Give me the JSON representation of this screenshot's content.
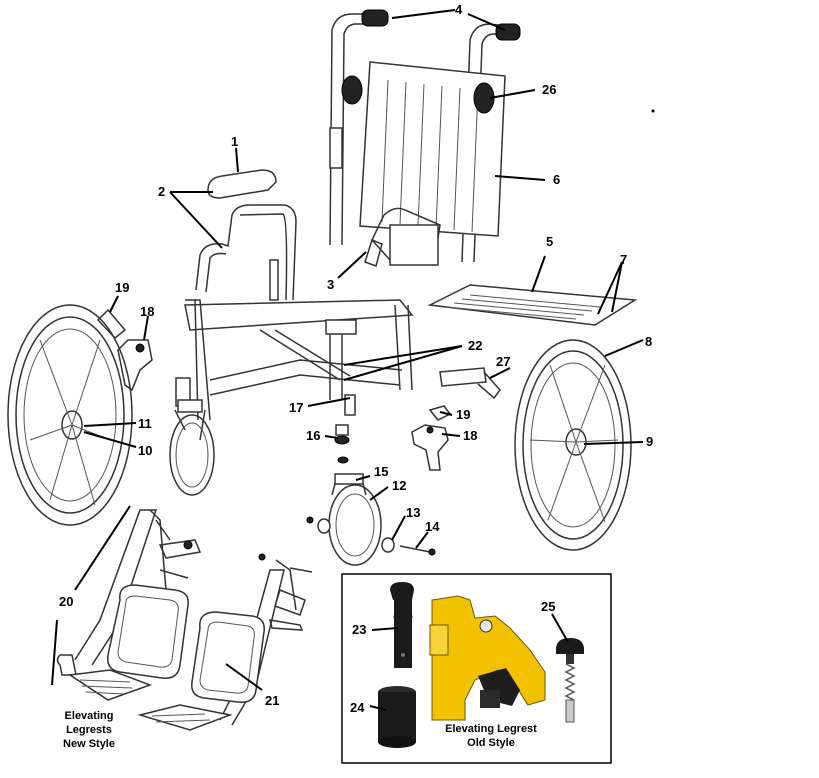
{
  "callouts": {
    "n1": "1",
    "n2": "2",
    "n3": "3",
    "n4": "4",
    "n5": "5",
    "n6": "6",
    "n7": "7",
    "n8": "8",
    "n9": "9",
    "n10": "10",
    "n11": "11",
    "n12": "12",
    "n13": "13",
    "n14": "14",
    "n15": "15",
    "n16": "16",
    "n17": "17",
    "n18a": "18",
    "n18b": "18",
    "n19a": "19",
    "n19b": "19",
    "n20": "20",
    "n21": "21",
    "n22": "22",
    "n23": "23",
    "n24": "24",
    "n25": "25",
    "n26": "26",
    "n27": "27"
  },
  "captions": {
    "new_style_line1": "Elevating",
    "new_style_line2": "Legrests",
    "new_style_line3": "New Style",
    "old_style_line1": "Elevating Legrest",
    "old_style_line2": "Old Style"
  },
  "colors": {
    "frame_yellow": "#f2c200",
    "line": "#000000",
    "part": "#333333"
  }
}
